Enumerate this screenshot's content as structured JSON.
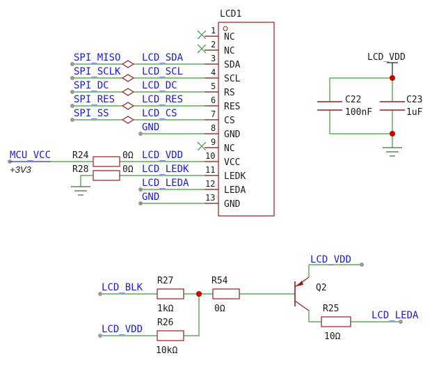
{
  "lcd": {
    "ref": "LCD1",
    "pins": [
      {
        "num": "1",
        "name": "NC"
      },
      {
        "num": "2",
        "name": "NC"
      },
      {
        "num": "3",
        "name": "SDA"
      },
      {
        "num": "4",
        "name": "SCL"
      },
      {
        "num": "5",
        "name": "RS"
      },
      {
        "num": "6",
        "name": "RES"
      },
      {
        "num": "7",
        "name": "CS"
      },
      {
        "num": "8",
        "name": "GND"
      },
      {
        "num": "9",
        "name": "NC"
      },
      {
        "num": "10",
        "name": "VCC"
      },
      {
        "num": "11",
        "name": "LEDK"
      },
      {
        "num": "12",
        "name": "LEDA"
      },
      {
        "num": "13",
        "name": "GND"
      }
    ]
  },
  "nets": {
    "spi_miso": "SPI_MISO",
    "spi_sclk": "SPI_SCLK",
    "spi_dc": "SPI_DC",
    "spi_res": "SPI_RES",
    "spi_ss": "SPI_SS",
    "lcd_sda": "LCD_SDA",
    "lcd_scl": "LCD_SCL",
    "lcd_dc": "LCD_DC",
    "lcd_res": "LCD_RES",
    "lcd_cs": "LCD_CS",
    "gnd_a": "GND",
    "lcd_vdd": "LCD_VDD",
    "lcd_ledk": "LCD_LEDK",
    "lcd_leda": "LCD_LEDA",
    "gnd_b": "GND",
    "mcu_vcc": "MCU_VCC",
    "mcu_vcc_value": "+3V3",
    "cap_vdd": "LCD_VDD",
    "lcd_blk": "LCD_BLK",
    "bl_vdd": "LCD_VDD",
    "bl_vdd_top": "LCD_VDD",
    "bl_leda": "LCD_LEDA"
  },
  "parts": {
    "r24": {
      "ref": "R24",
      "value": "0Ω"
    },
    "r28": {
      "ref": "R28",
      "value": "0Ω"
    },
    "c22": {
      "ref": "C22",
      "value": "100nF"
    },
    "c23": {
      "ref": "C23",
      "value": "1uF"
    },
    "r27": {
      "ref": "R27",
      "value": "1kΩ"
    },
    "r26": {
      "ref": "R26",
      "value": "10kΩ"
    },
    "r54": {
      "ref": "R54",
      "value": "0Ω"
    },
    "q2": {
      "ref": "Q2"
    },
    "r25": {
      "ref": "R25",
      "value": "10Ω"
    }
  },
  "colors": {
    "net_label": "#1a1adc",
    "wire": "#3c9a3c",
    "component": "#9a1a1a",
    "junction": "#cc0000"
  }
}
